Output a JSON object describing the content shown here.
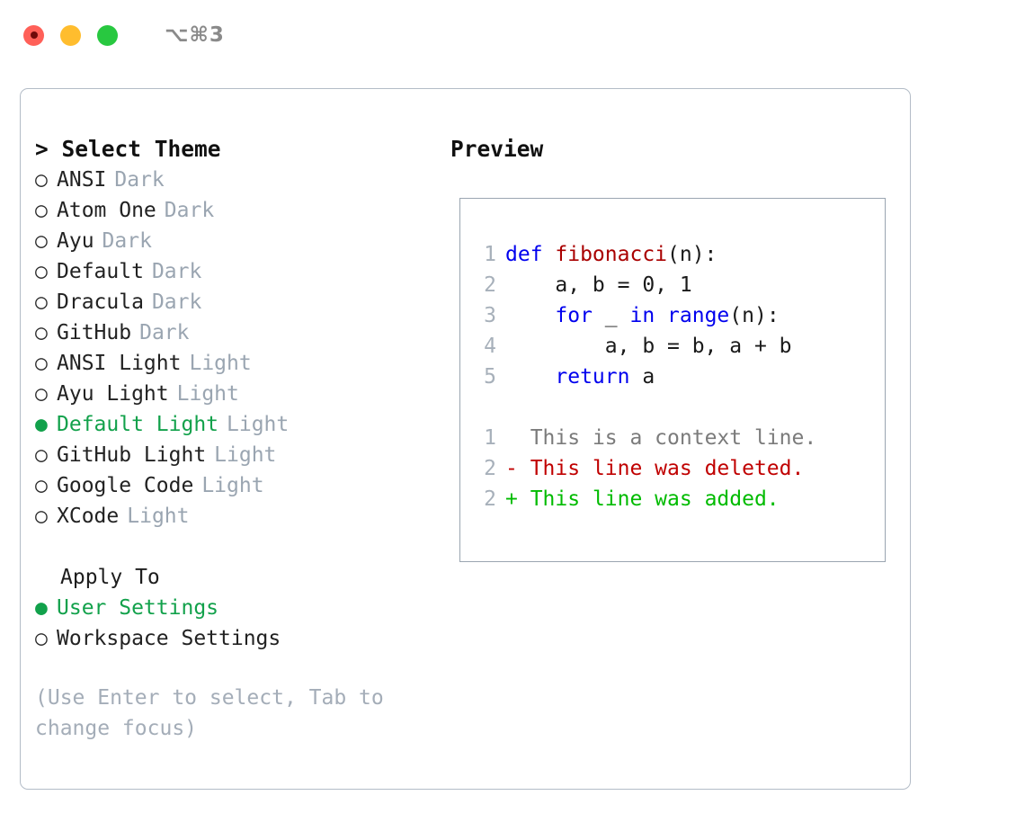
{
  "window": {
    "shortcut_label": "⌥⌘3",
    "traffic_lights": [
      {
        "name": "close",
        "color": "#ff6058"
      },
      {
        "name": "minimize",
        "color": "#ffbd2e"
      },
      {
        "name": "maximize",
        "color": "#28c840"
      }
    ]
  },
  "colors": {
    "selected_green": "#12a14b",
    "muted_gray": "#9aa5b1",
    "keyword_blue": "#0000ee",
    "function_red": "#a90000",
    "diff_deleted": "#c00000",
    "diff_added": "#00bb00",
    "border": "#b3bcc7"
  },
  "theme_list": {
    "header": "> Select Theme",
    "marker_selected": "●",
    "marker_unselected": "○",
    "items": [
      {
        "name": "ANSI",
        "variant": "Dark",
        "selected": false
      },
      {
        "name": "Atom One",
        "variant": "Dark",
        "selected": false
      },
      {
        "name": "Ayu",
        "variant": "Dark",
        "selected": false
      },
      {
        "name": "Default",
        "variant": "Dark",
        "selected": false
      },
      {
        "name": "Dracula",
        "variant": "Dark",
        "selected": false
      },
      {
        "name": "GitHub",
        "variant": "Dark",
        "selected": false
      },
      {
        "name": "ANSI Light",
        "variant": "Light",
        "selected": false
      },
      {
        "name": "Ayu Light",
        "variant": "Light",
        "selected": false
      },
      {
        "name": "Default Light",
        "variant": "Light",
        "selected": true
      },
      {
        "name": "GitHub Light",
        "variant": "Light",
        "selected": false
      },
      {
        "name": "Google Code",
        "variant": "Light",
        "selected": false
      },
      {
        "name": "XCode",
        "variant": "Light",
        "selected": false
      }
    ]
  },
  "apply_to": {
    "header": "Apply To",
    "items": [
      {
        "name": "User Settings",
        "selected": true
      },
      {
        "name": "Workspace Settings",
        "selected": false
      }
    ]
  },
  "hint": "(Use Enter to select, Tab to change focus)",
  "preview": {
    "title": "Preview",
    "code_lines": [
      {
        "number": "1",
        "tokens": [
          {
            "t": "def ",
            "c": "kw"
          },
          {
            "t": "fibonacci",
            "c": "fn"
          },
          {
            "t": "(n):",
            "c": "plain"
          }
        ]
      },
      {
        "number": "2",
        "tokens": [
          {
            "t": "    a, b = 0, 1",
            "c": "plain"
          }
        ]
      },
      {
        "number": "3",
        "tokens": [
          {
            "t": "    ",
            "c": "plain"
          },
          {
            "t": "for",
            "c": "kw"
          },
          {
            "t": " _ ",
            "c": "plain"
          },
          {
            "t": "in",
            "c": "kw"
          },
          {
            "t": " ",
            "c": "plain"
          },
          {
            "t": "range",
            "c": "kw"
          },
          {
            "t": "(n):",
            "c": "plain"
          }
        ]
      },
      {
        "number": "4",
        "tokens": [
          {
            "t": "        a, b = b, a + b",
            "c": "plain"
          }
        ]
      },
      {
        "number": "5",
        "tokens": [
          {
            "t": "    ",
            "c": "plain"
          },
          {
            "t": "return",
            "c": "kw"
          },
          {
            "t": " a",
            "c": "plain"
          }
        ]
      }
    ],
    "diff_lines": [
      {
        "number": "1",
        "marker": " ",
        "text": " This is a context line.",
        "kind": "ctx"
      },
      {
        "number": "2",
        "marker": "-",
        "text": " This line was deleted.",
        "kind": "del"
      },
      {
        "number": "2",
        "marker": "+",
        "text": " This line was added.",
        "kind": "add"
      }
    ]
  }
}
